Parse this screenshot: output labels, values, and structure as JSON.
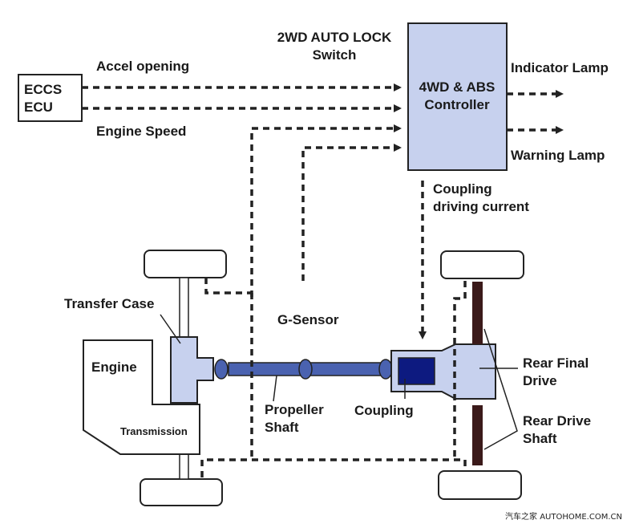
{
  "labels": {
    "ecu_line1": "ECCS",
    "ecu_line2": "ECU",
    "accel_opening": "Accel opening",
    "engine_speed": "Engine Speed",
    "switch_line1": "2WD AUTO LOCK",
    "switch_line2": "Switch",
    "controller_line1": "4WD & ABS",
    "controller_line2": "Controller",
    "indicator_lamp": "Indicator Lamp",
    "warning_lamp": "Warning Lamp",
    "coupling_current_line1": "Coupling",
    "coupling_current_line2": "driving current",
    "transfer_case": "Transfer Case",
    "engine": "Engine",
    "transmission": "Transmission",
    "g_sensor": "G-Sensor",
    "propeller_line1": "Propeller",
    "propeller_line2": "Shaft",
    "coupling": "Coupling",
    "rear_final_line1": "Rear Final",
    "rear_final_line2": "Drive",
    "rear_drive_line1": "Rear Drive",
    "rear_drive_line2": "Shaft",
    "watermark": "汽车之家 AUTOHOME.COM.CN"
  },
  "colors": {
    "component_fill": "#c7d1ee",
    "shaft_fill": "#4a62b0",
    "coupling_fill": "#0d1a80",
    "rear_axle": "#3b1a1a"
  }
}
